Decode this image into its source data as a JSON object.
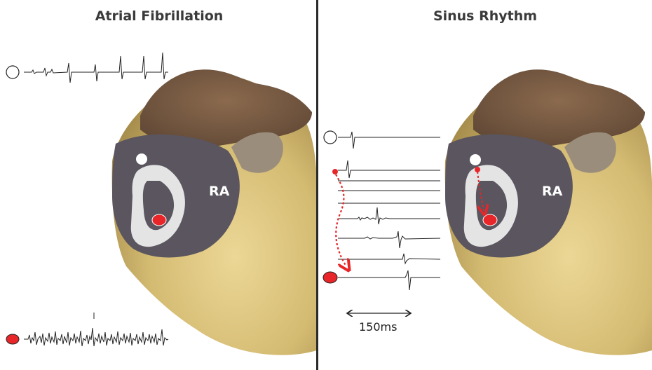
{
  "panels": {
    "left": {
      "title": "Atrial Fibrillation",
      "chamber_label": "RA"
    },
    "right": {
      "title": "Sinus Rhythm",
      "chamber_label": "RA"
    }
  },
  "scale_bar": {
    "label": "150ms"
  },
  "colors": {
    "electrode_red": "#e8262a",
    "electrode_white": "#ffffff",
    "arrow": "#e8262a",
    "tissue_dark": "#55505a",
    "tissue_yellow": "#d8c27a",
    "crista": "#e4e4e4",
    "trace": "#222222"
  }
}
